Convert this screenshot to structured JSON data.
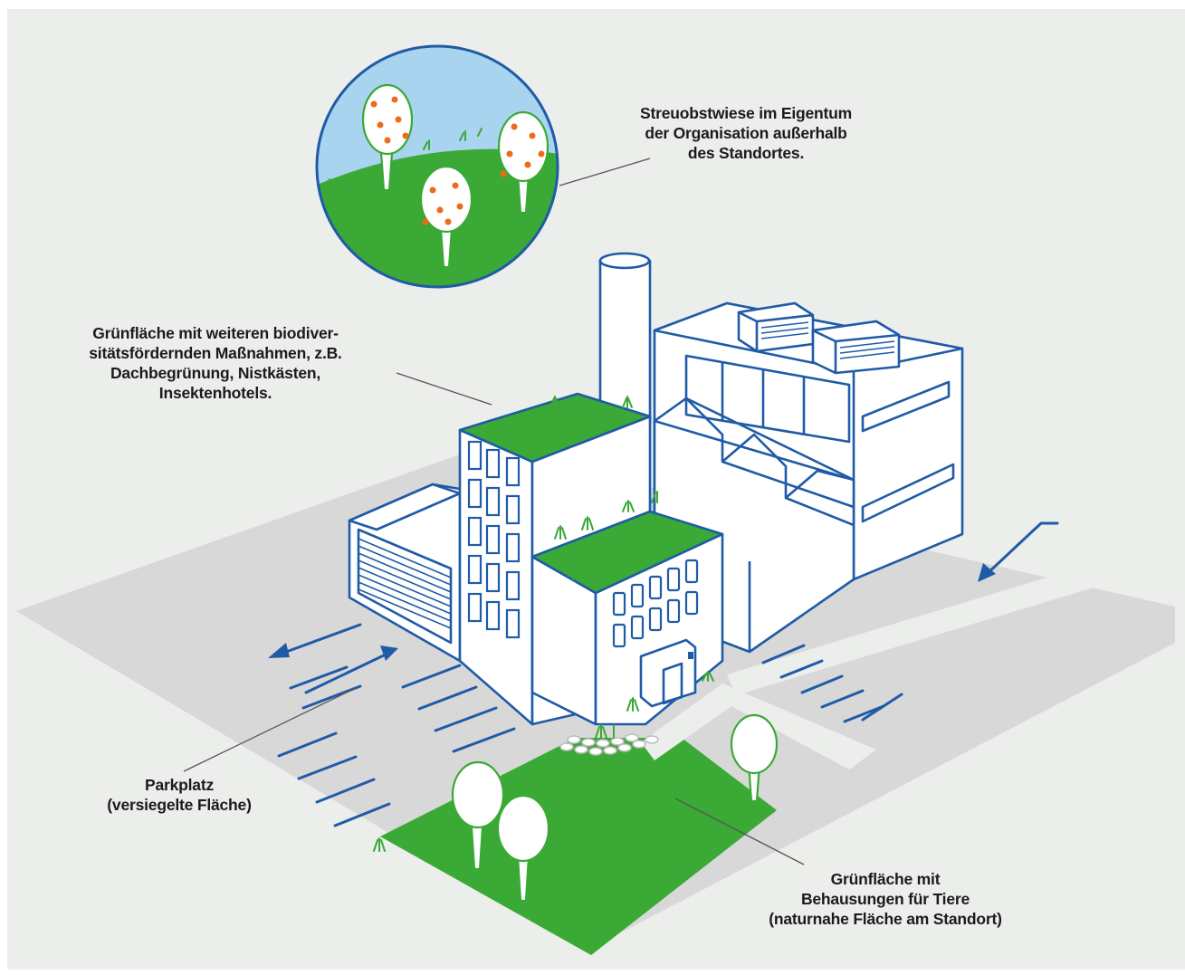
{
  "labels": {
    "orchard": "Streuobstwiese im Eigentum\nder Organisation außerhalb\ndes Standortes.",
    "roof_green": "Grünfläche mit weiteren biodiver-\nsitätsfördernden Maßnahmen, z.B.\nDachbegrünung, Nistkästen,\nInsektenhotels.",
    "parking": "Parkplatz\n(versiegelte Fläche)",
    "green_area": "Grünfläche mit\nBehausungen für Tiere\n(naturnahe Fläche am Standort)"
  },
  "colors": {
    "background": "#ebeeea",
    "road": "#d8d8d8",
    "outline": "#1f5ba6",
    "grass": "#3aa935",
    "sky": "#a8d4ef",
    "fruit": "#ee6a1c"
  }
}
